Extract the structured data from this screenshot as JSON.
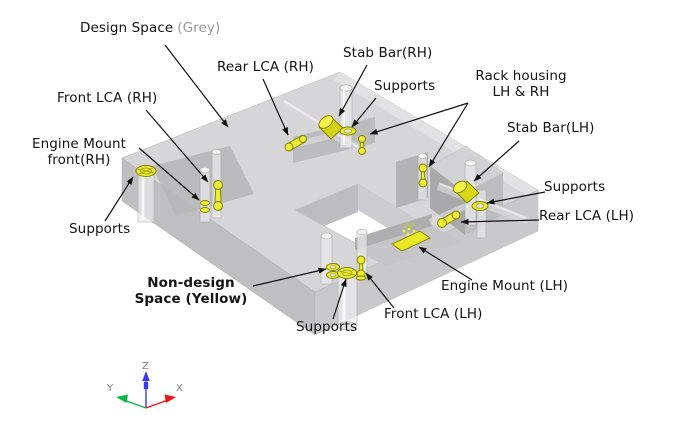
{
  "figure": {
    "description": "Design space and non-design space of a vehicle subframe with annotated components"
  },
  "labels": {
    "design_space": {
      "text": "Design Space",
      "qualifier": "(Grey)"
    },
    "front_lca_rh": "Front LCA (RH)",
    "engine_mount_front_rh": {
      "line1": "Engine Mount",
      "line2": "front(RH)"
    },
    "supports_left": "Supports",
    "rear_lca_rh": "Rear LCA (RH)",
    "stab_bar_rh": "Stab Bar(RH)",
    "supports_rh": "Supports",
    "rack_housing": {
      "line1": "Rack housing",
      "line2": "LH & RH"
    },
    "stab_bar_lh": "Stab Bar(LH)",
    "supports_lh": "Supports",
    "rear_lca_lh": "Rear LCA (LH)",
    "engine_mount_lh": "Engine Mount (LH)",
    "front_lca_lh": "Front LCA (LH)",
    "supports_bottom": "Supports",
    "non_design_space": {
      "line1": "Non-design",
      "line2": "Space (Yellow)"
    }
  },
  "triad": {
    "x_label": "X",
    "y_label": "Y",
    "z_label": "Z"
  },
  "colors": {
    "design_space_grey": "#d6d6d8",
    "non_design_yellow": "#eded3a",
    "label_text": "#141414",
    "qualifier_grey": "#999999",
    "arrow_black": "#111111",
    "axis_x_red": "#f01414",
    "axis_y_green": "#0ab84a",
    "axis_z_blue": "#3a3af0"
  }
}
